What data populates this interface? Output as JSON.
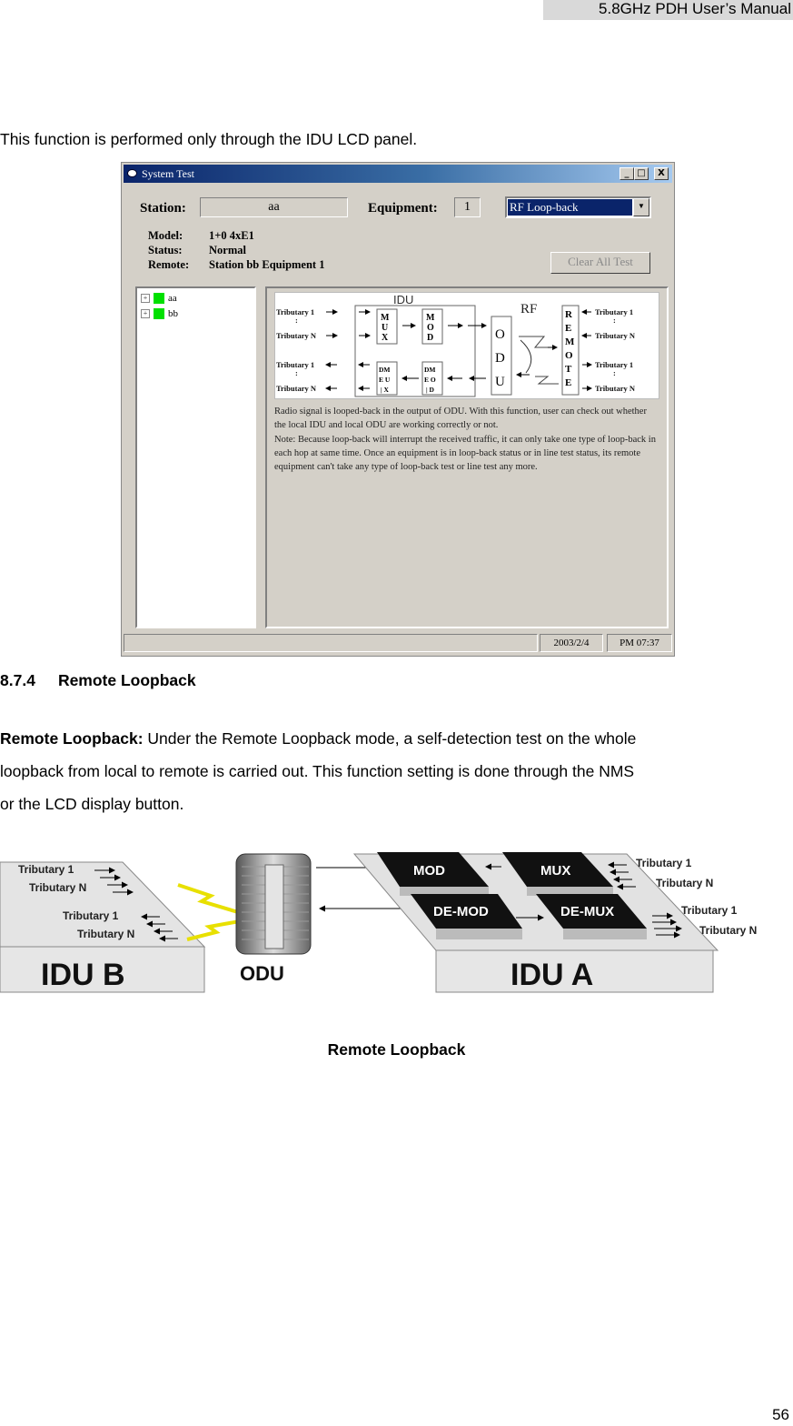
{
  "header": {
    "manual_title": "5.8GHz PDH User’s Manual"
  },
  "intro_text": "This function is performed only through the IDU LCD panel.",
  "window": {
    "title": "System Test",
    "title_buttons": [
      "_",
      "□",
      "X"
    ],
    "station_label": "Station:",
    "station_value": "aa",
    "equipment_label": "Equipment:",
    "equipment_value": "1",
    "test_mode_selected": "RF Loop-back",
    "info": {
      "model_label": "Model:",
      "model_value": "1+0 4xE1",
      "status_label": "Status:",
      "status_value": "Normal",
      "remote_label": "Remote:",
      "remote_value": "Station bb Equipment 1"
    },
    "clear_button": "Clear All Test",
    "tree": [
      {
        "label": "aa",
        "status_color": "#00e000"
      },
      {
        "label": "bb",
        "status_color": "#00e000"
      }
    ],
    "diagram": {
      "idu_label": "IDU",
      "rf_label": "RF",
      "left_top": [
        "Tributary 1",
        ":",
        "Tributary N"
      ],
      "left_bottom": [
        "Tributary 1",
        ":",
        "Tributary N"
      ],
      "right_top": [
        "Tributary 1",
        ":",
        "Tributary N"
      ],
      "right_bottom": [
        "Tributary 1",
        ":",
        "Tributary N"
      ],
      "mux": "MUX",
      "mod": "MOD",
      "dmux": "DMUX",
      "dmod": "DMOD",
      "odu": "ODU",
      "remote": "REMOTE"
    },
    "description": [
      "Radio signal is looped-back in the output of ODU.  With this function, user can check out whether the local IDU and local ODU are working correctly or not.",
      "Note: Because loop-back will interrupt the received traffic, it can only take one type of loop-back in each hop at same time. Once an equipment is in loop-back status or in line test status, its remote equipment can't take any type of loop-back test or line test any more."
    ],
    "statusbar": {
      "date": "2003/2/4",
      "time": "PM 07:37"
    }
  },
  "section": {
    "number": "8.7.4",
    "title": "Remote Loopback",
    "lead_bold": "Remote Loopback:",
    "lines": [
      " Under the Remote Loopback mode, a self-detection test on the whole",
      "loopback from local to remote is carried out. This function setting is done through the NMS",
      "or the LCD display button."
    ]
  },
  "illustration": {
    "idu_b": "IDU B",
    "odu": "ODU",
    "idu_a": "IDU A",
    "mod": "MOD",
    "mux": "MUX",
    "demod": "DE-MOD",
    "demux": "DE-MUX",
    "idu_b_trib": [
      "Tributary 1",
      "Tributary N",
      "Tributary 1",
      "Tributary N"
    ],
    "idu_a_trib": [
      "Tributary 1",
      "Tributary N",
      "Tributary 1",
      "Tributary N"
    ]
  },
  "caption": "Remote Loopback",
  "page_number": "56"
}
